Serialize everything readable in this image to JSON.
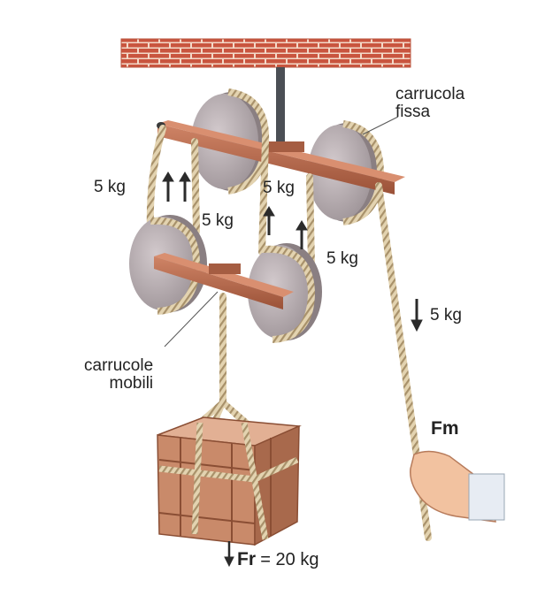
{
  "labels": {
    "fixed_pulley": [
      "carrucola",
      "fissa"
    ],
    "movable_pulleys": [
      "carrucole",
      "mobili"
    ],
    "weight_left_rope": "5 kg",
    "weight_second_rope": "5 kg",
    "weight_third_rope": "5 kg",
    "weight_right_rope": "5 kg",
    "weight_free_end": "5 kg",
    "motive_force": "Fm",
    "resistance_force": "Fr",
    "resistance_value": "= 20 kg"
  },
  "colors": {
    "brick": "#c9553f",
    "mortar": "#f3d9c8",
    "wood_bar": "#b5674a",
    "pulley_face": "#bdb3b6",
    "pulley_edge": "#857b7e",
    "rope": "#d9c8a4",
    "crate": "#c98a6a",
    "arrow": "#2b2b2b"
  },
  "icons": [
    "up-arrow-icon",
    "down-arrow-icon",
    "hand-icon"
  ]
}
